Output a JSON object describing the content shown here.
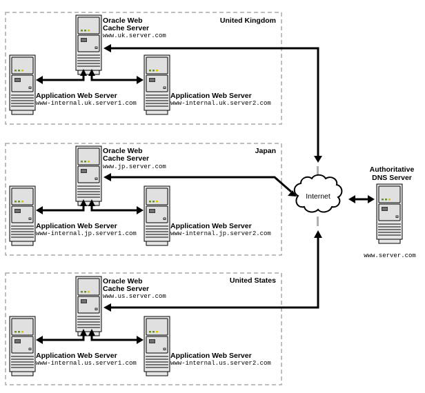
{
  "regions": [
    {
      "label": "United Kingdom",
      "cache_server": {
        "title_line1": "Oracle Web",
        "title_line2": "Cache Server",
        "host": "www.uk.server.com"
      },
      "app_servers": [
        {
          "title": "Application Web Server",
          "host": "www-internal.uk.server1.com"
        },
        {
          "title": "Application Web Server",
          "host": "www-internal.uk.server2.com"
        }
      ]
    },
    {
      "label": "Japan",
      "cache_server": {
        "title_line1": "Oracle Web",
        "title_line2": "Cache Server",
        "host": "www.jp.server.com"
      },
      "app_servers": [
        {
          "title": "Application Web Server",
          "host": "www-internal.jp.server1.com"
        },
        {
          "title": "Application Web Server",
          "host": "www-internal.jp.server2.com"
        }
      ]
    },
    {
      "label": "United States",
      "cache_server": {
        "title_line1": "Oracle Web",
        "title_line2": "Cache Server",
        "host": "www.us.server.com"
      },
      "app_servers": [
        {
          "title": "Application Web Server",
          "host": "www-internal.us.server1.com"
        },
        {
          "title": "Application Web Server",
          "host": "www-internal.us.server2.com"
        }
      ]
    }
  ],
  "internet": {
    "label": "Internet"
  },
  "dns_server": {
    "title_line1": "Authoritative",
    "title_line2": "DNS Server",
    "host": "www.server.com"
  },
  "colors": {
    "region_border": "#a8a8a8",
    "led_green": "#6a8f2a",
    "led_yellow": "#d8c800"
  }
}
